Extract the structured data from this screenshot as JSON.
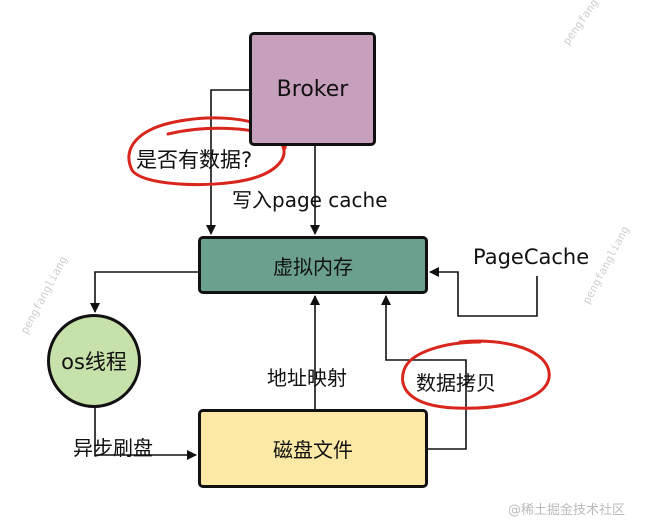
{
  "nodes": {
    "broker": "Broker",
    "virtual_memory": "虚拟内存",
    "disk_file": "磁盘文件",
    "os_thread": "os线程"
  },
  "edge_labels": {
    "has_data": "是否有数据?",
    "write_page_cache": "写入page cache",
    "page_cache": "PageCache",
    "address_mapping": "地址映射",
    "data_copy": "数据拷贝",
    "async_flush": "异步刷盘"
  },
  "watermarks": {
    "author": "pengfangliang",
    "credit": "@稀土掘金技术社区"
  },
  "colors": {
    "broker": "#c6a0bd",
    "virtual_memory": "#6aa08d",
    "disk_file": "#fde9a6",
    "os_thread": "#c6e1a9",
    "highlight": "#d9261c"
  }
}
